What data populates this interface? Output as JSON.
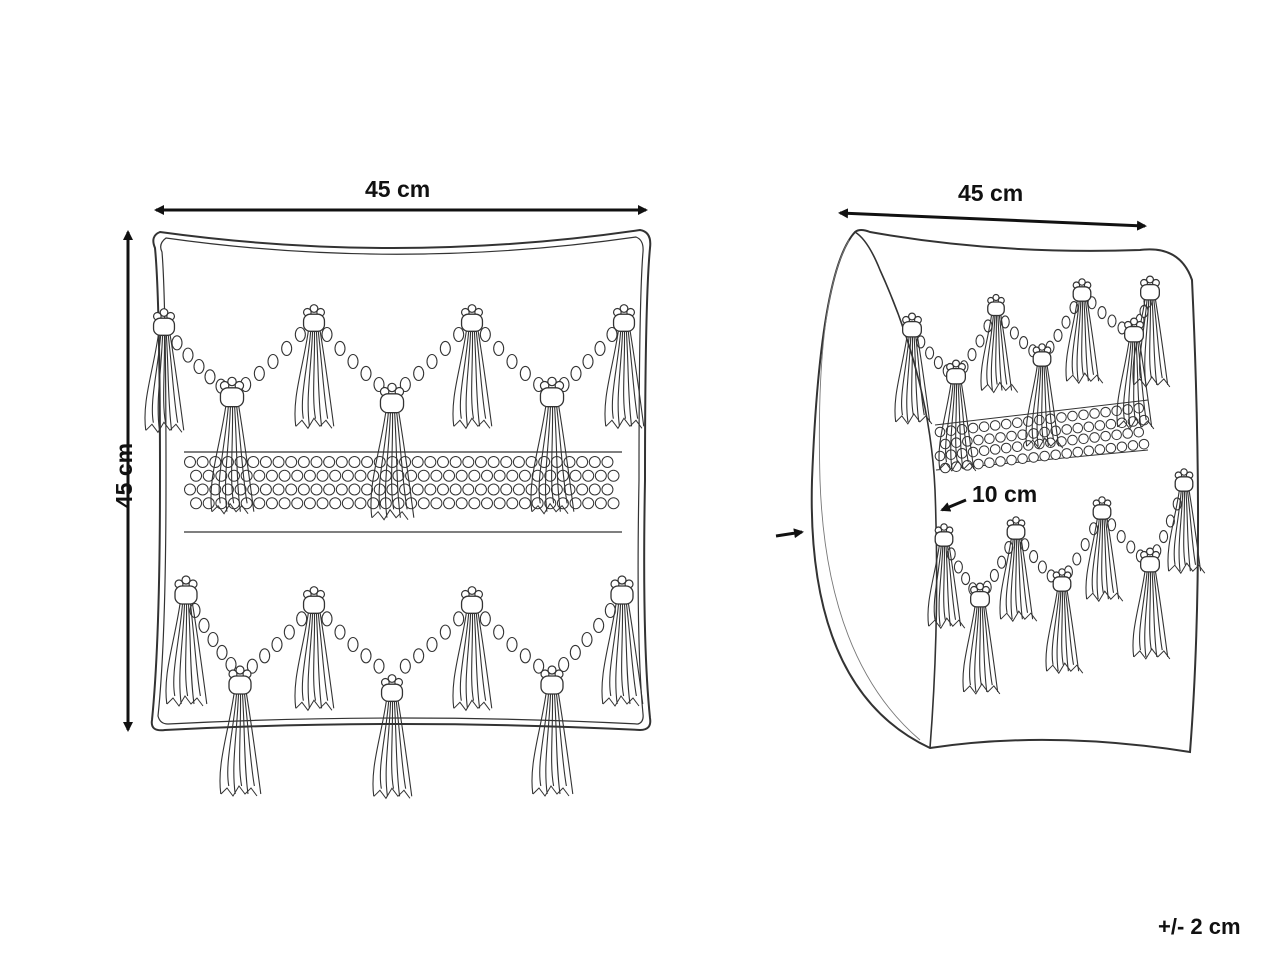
{
  "front_view": {
    "width_label": "45 cm",
    "height_label": "45 cm"
  },
  "side_view": {
    "width_label": "45 cm",
    "depth_label": "10 cm"
  },
  "tolerance_label": "+/- 2 cm",
  "colors": {
    "line": "#333333",
    "arrow": "#111111",
    "background": "#ffffff"
  }
}
